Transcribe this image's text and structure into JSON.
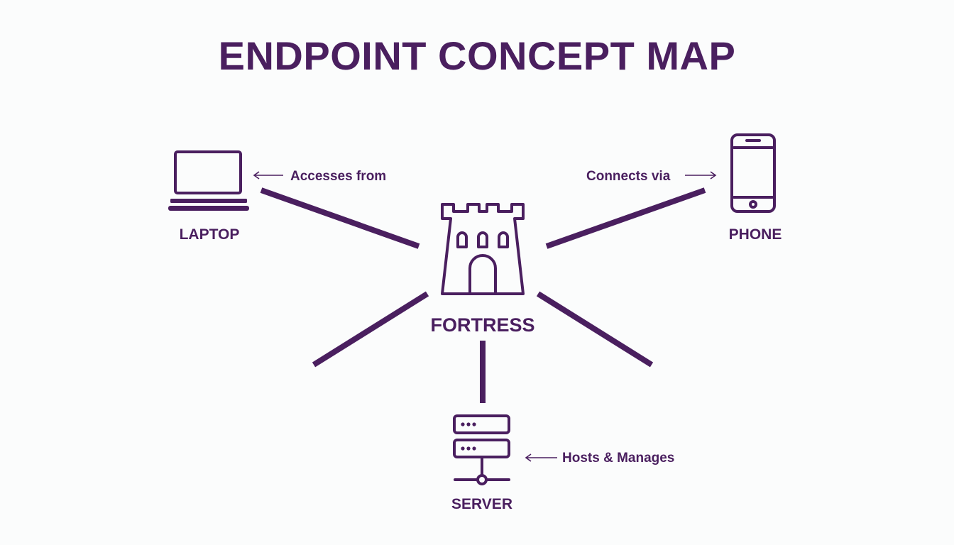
{
  "title": "ENDPOINT CONCEPT MAP",
  "colors": {
    "primary": "#4a1f5f",
    "background": "#fbfcfc"
  },
  "nodes": {
    "center": {
      "label": "FORTRESS",
      "icon": "castle-tower-icon"
    },
    "laptop": {
      "label": "LAPTOP",
      "icon": "laptop-icon"
    },
    "phone": {
      "label": "PHONE",
      "icon": "smartphone-icon"
    },
    "server": {
      "label": "SERVER",
      "icon": "server-icon"
    }
  },
  "edges": {
    "laptop": {
      "label": "Accesses from",
      "arrow": "left"
    },
    "phone": {
      "label": "Connects via",
      "arrow": "right"
    },
    "server": {
      "label": "Hosts & Manages",
      "arrow": "left"
    }
  }
}
